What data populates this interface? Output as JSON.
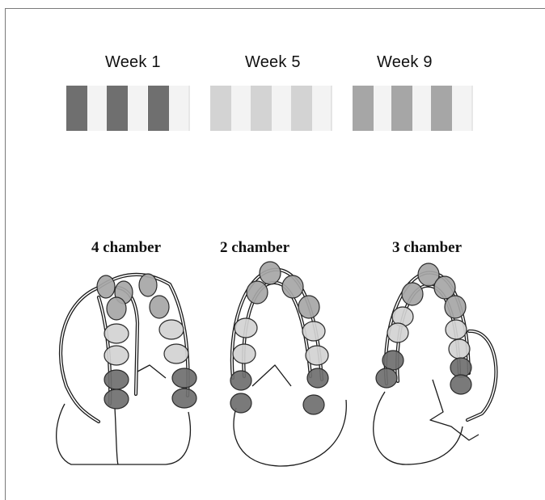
{
  "legend": {
    "weeks": [
      {
        "label": "Week 1",
        "color": "#6f6f6f"
      },
      {
        "label": "Week 5",
        "color": "#d3d3d3"
      },
      {
        "label": "Week 9",
        "color": "#a6a6a6"
      }
    ]
  },
  "views": [
    {
      "label": "4 chamber"
    },
    {
      "label": "2 chamber"
    },
    {
      "label": "3 chamber"
    }
  ]
}
